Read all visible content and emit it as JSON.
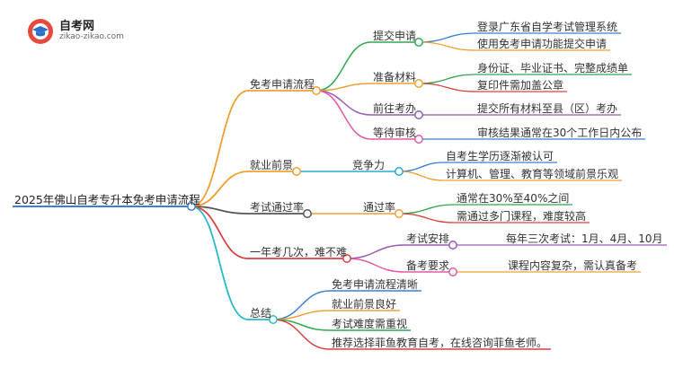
{
  "logo": {
    "title": "自考网",
    "url": "zikao-zikao.com"
  },
  "root": "2025年佛山自考专升本免考申请流程",
  "branches": [
    {
      "label": "免考申请流程",
      "color": "#f0a030",
      "children": [
        {
          "label": "提交申请",
          "color": "#2fa84f",
          "leaves": [
            {
              "label": "登录广东省自学考试管理系统",
              "color": "#3a7fd5"
            },
            {
              "label": "使用免考申请功能提交申请",
              "color": "#f0a030"
            }
          ]
        },
        {
          "label": "准备材料",
          "color": "#f0a030",
          "leaves": [
            {
              "label": "身份证、毕业证书、完整成绩单",
              "color": "#2fa84f"
            },
            {
              "label": "复印件需加盖公章",
              "color": "#d94040"
            }
          ]
        },
        {
          "label": "前往考办",
          "color": "#9b59b6",
          "leaves": [
            {
              "label": "提交所有材料至县（区）考办",
              "color": "#9b59b6"
            }
          ]
        },
        {
          "label": "等待审核",
          "color": "#e05aa8",
          "leaves": [
            {
              "label": "审核结果通常在30个工作日内公布",
              "color": "#3a7fd5"
            }
          ]
        }
      ]
    },
    {
      "label": "就业前景",
      "color": "#f0a030",
      "children": [
        {
          "label": "竞争力",
          "color": "#29a8d8",
          "leaves": [
            {
              "label": "自考生学历逐渐被认可",
              "color": "#3a7fd5"
            },
            {
              "label": "计算机、管理、教育等领域前景乐观",
              "color": "#f0a030"
            }
          ]
        }
      ]
    },
    {
      "label": "考试通过率",
      "color": "#555555",
      "children": [
        {
          "label": "通过率",
          "color": "#f0a030",
          "leaves": [
            {
              "label": "通常在30%至40%之间",
              "color": "#2fa84f"
            },
            {
              "label": "需通过多门课程，难度较高",
              "color": "#d94040"
            }
          ]
        }
      ]
    },
    {
      "label": "一年考几次，难不难",
      "color": "#d94040",
      "children": [
        {
          "label": "考试安排",
          "color": "#9b59b6",
          "leaves": [
            {
              "label": "每年三次考试：1月、4月、10月",
              "color": "#9b59b6"
            }
          ]
        },
        {
          "label": "备考要求",
          "color": "#e05aa8",
          "leaves": [
            {
              "label": "课程内容复杂，需认真备考",
              "color": "#f0a030"
            }
          ]
        }
      ]
    },
    {
      "label": "总结",
      "color": "#29b8c8",
      "children": [
        {
          "label": "免考申请流程清晰",
          "color": "#3a7fd5",
          "leaves": []
        },
        {
          "label": "就业前景良好",
          "color": "#f0a030",
          "leaves": []
        },
        {
          "label": "考试难度需重视",
          "color": "#2fa84f",
          "leaves": []
        },
        {
          "label": "推荐选择菲鱼教育自考，在线咨询菲鱼老师。",
          "color": "#d94040",
          "leaves": []
        }
      ]
    }
  ]
}
